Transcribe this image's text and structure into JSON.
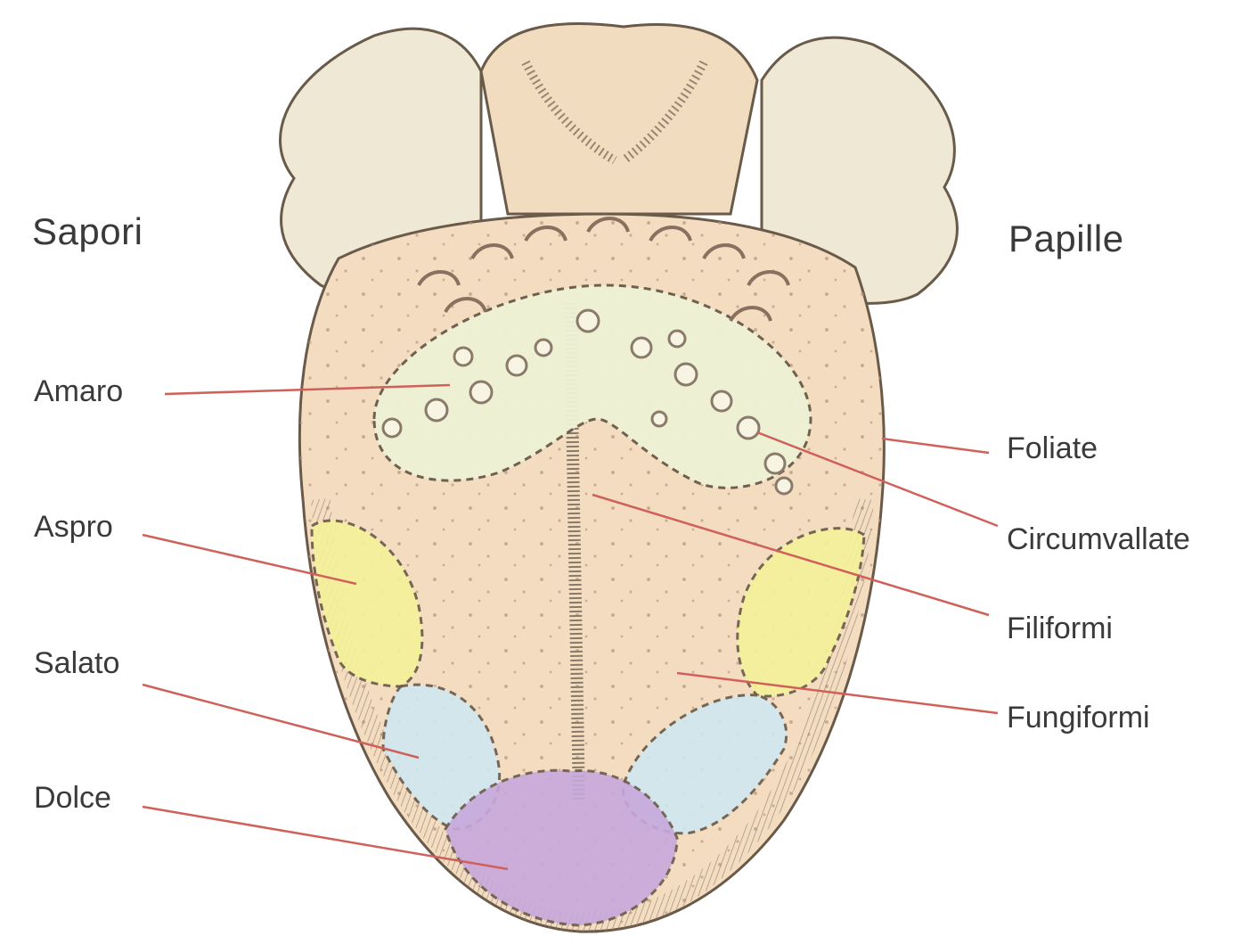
{
  "headings": {
    "left": "Sapori",
    "right": "Papille"
  },
  "sapori": [
    {
      "id": "amaro",
      "label": "Amaro"
    },
    {
      "id": "aspro",
      "label": "Aspro"
    },
    {
      "id": "salato",
      "label": "Salato"
    },
    {
      "id": "dolce",
      "label": "Dolce"
    }
  ],
  "papille": [
    {
      "id": "foliate",
      "label": "Foliate"
    },
    {
      "id": "circumvallate",
      "label": "Circumvallate"
    },
    {
      "id": "filiformi",
      "label": "Filiformi"
    },
    {
      "id": "fungiformi",
      "label": "Fungiformi"
    }
  ],
  "colors": {
    "tongue_base": "#f3dcc0",
    "tongue_outline": "#7a6a5a",
    "bitter_zone": "#eef2d6",
    "sour_zone": "#f5f29a",
    "salty_zone": "#cfe8f0",
    "sweet_zone": "#c8a8dc",
    "leader_line": "#d0605a",
    "text": "#3a3a3a"
  }
}
